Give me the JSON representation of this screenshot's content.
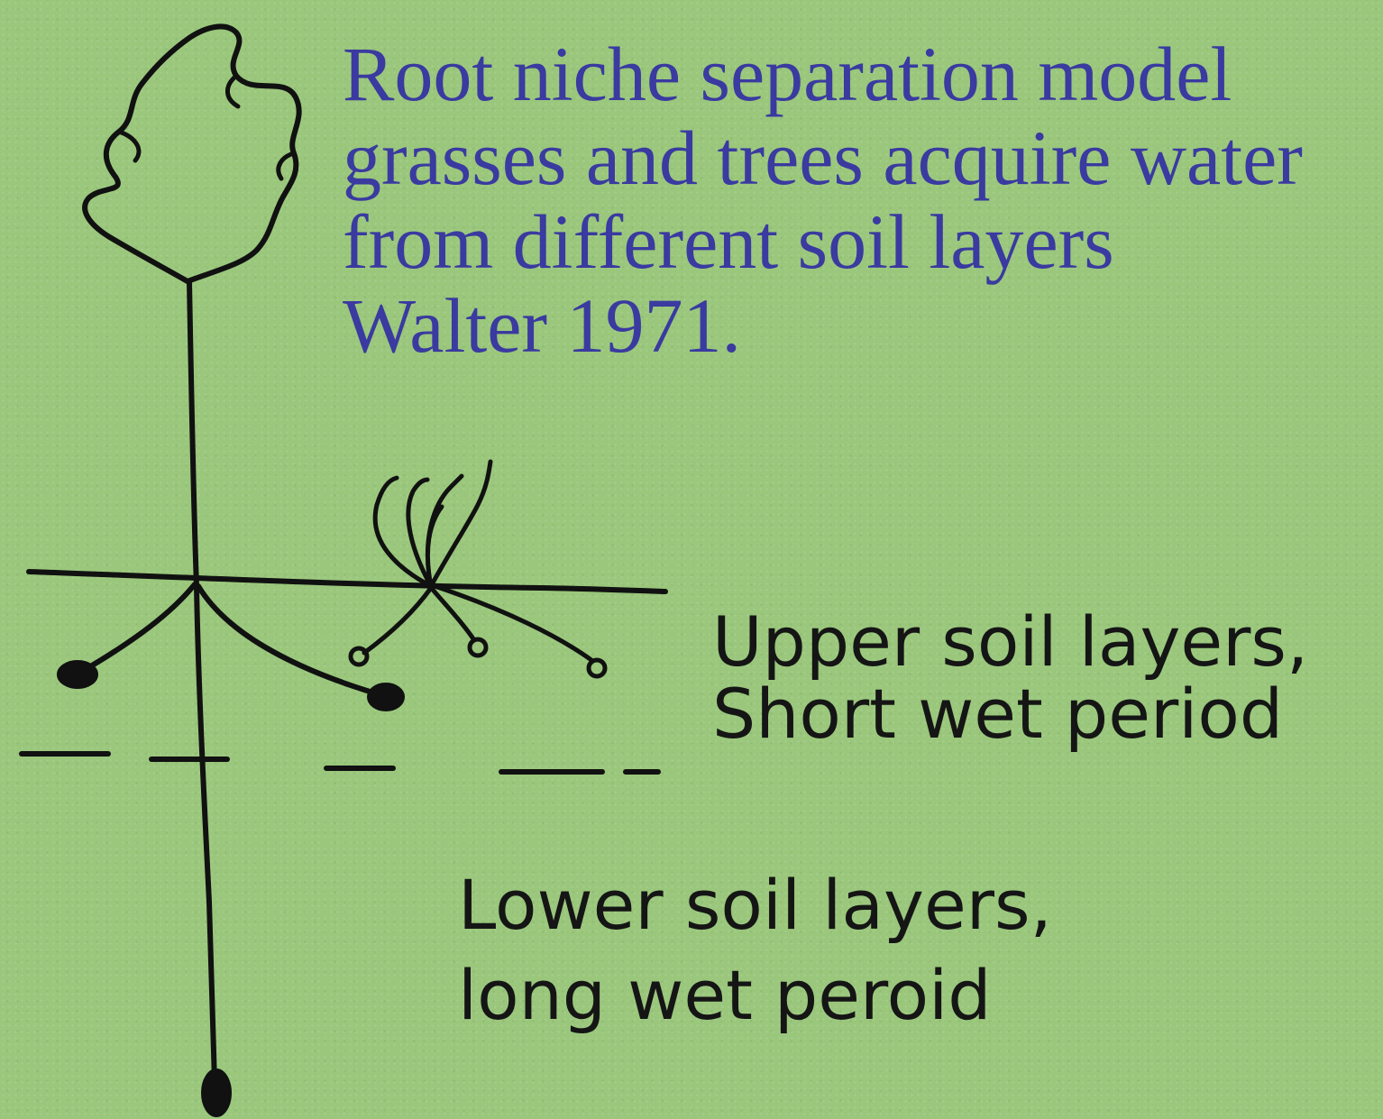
{
  "title": {
    "lines": [
      "Root niche separation model",
      "grasses and trees acquire water",
      "from different soil layers",
      "Walter 1971."
    ]
  },
  "labels": {
    "upper": [
      "Upper soil layers,",
      "Short wet period"
    ],
    "lower": [
      "Lower soil layers,",
      "long wet peroid"
    ]
  },
  "colors": {
    "background": "#9ac77c",
    "title_text": "#3a3aa0",
    "ink": "#111111"
  }
}
